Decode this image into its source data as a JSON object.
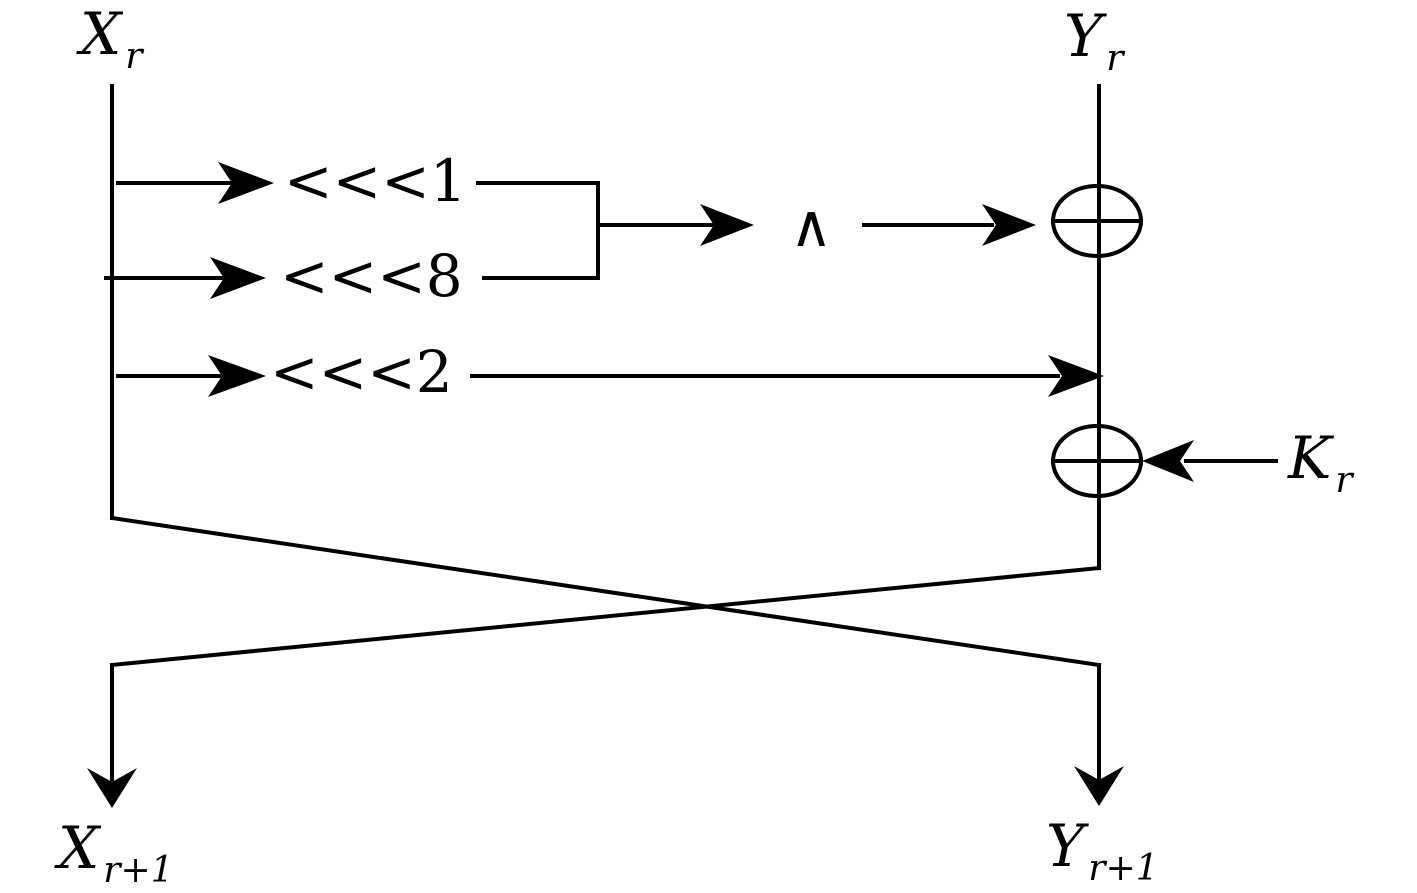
{
  "inputs": {
    "x": {
      "main": "X",
      "sub": "r"
    },
    "y": {
      "main": "Y",
      "sub": "r"
    },
    "key": {
      "main": "K",
      "sub": "r"
    }
  },
  "outputs": {
    "x": {
      "main": "X",
      "sub": "r+1"
    },
    "y": {
      "main": "Y",
      "sub": "r+1"
    }
  },
  "operations": {
    "rotate_1": "<<<1",
    "rotate_8": "<<<8",
    "rotate_2": "<<<2",
    "and_op": "∧"
  }
}
